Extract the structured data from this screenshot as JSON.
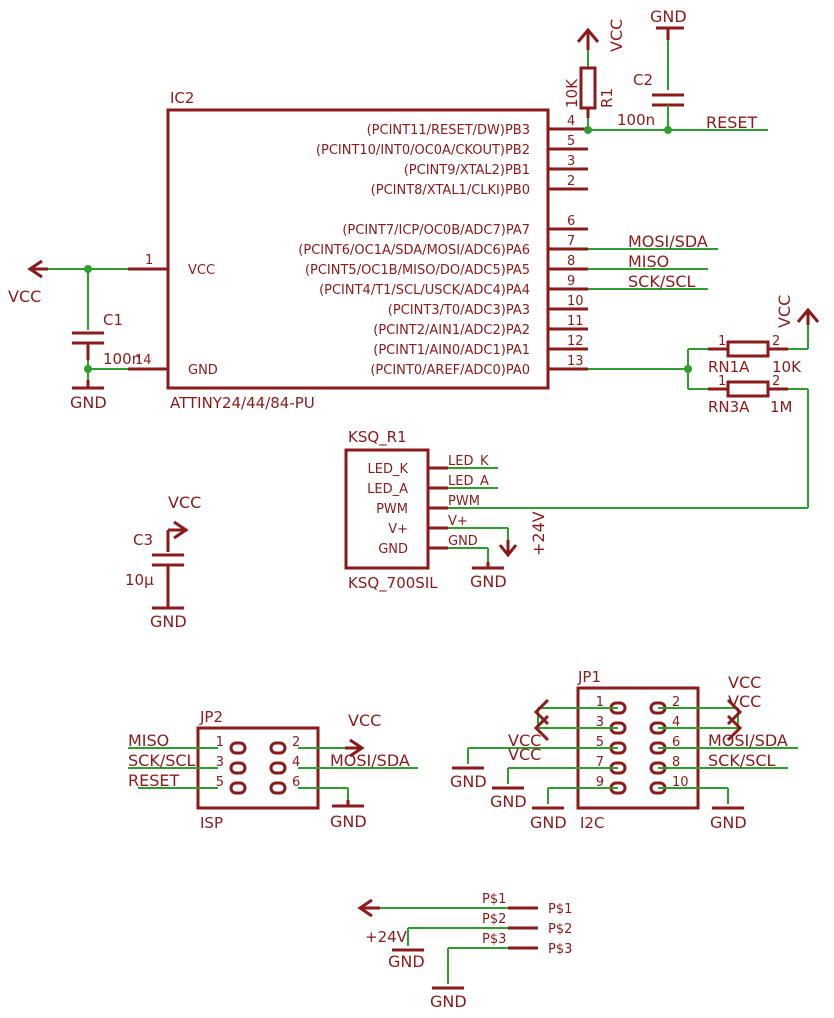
{
  "colors": {
    "part": "#8b1a1a",
    "wire": "#2e9e2e",
    "background": "#ffffff"
  },
  "ic2": {
    "name": "IC2",
    "value": "ATTINY24/44/84-PU",
    "vcc_label": "VCC",
    "gnd_label": "GND",
    "vcc_pin": "1",
    "gnd_pin": "14",
    "pins": [
      {
        "num": "4",
        "label": "(PCINT11/RESET/DW)PB3"
      },
      {
        "num": "5",
        "label": "(PCINT10/INT0/OC0A/CKOUT)PB2"
      },
      {
        "num": "3",
        "label": "(PCINT9/XTAL2)PB1"
      },
      {
        "num": "2",
        "label": "(PCINT8/XTAL1/CLKI)PB0"
      },
      {
        "num": "6",
        "label": "(PCINT7/ICP/OC0B/ADC7)PA7"
      },
      {
        "num": "7",
        "label": "(PCINT6/OC1A/SDA/MOSI/ADC6)PA6"
      },
      {
        "num": "8",
        "label": "(PCINT5/OC1B/MISO/DO/ADC5)PA5"
      },
      {
        "num": "9",
        "label": "(PCINT4/T1/SCL/USCK/ADC4)PA4"
      },
      {
        "num": "10",
        "label": "(PCINT3/T0/ADC3)PA3"
      },
      {
        "num": "11",
        "label": "(PCINT2/AIN1/ADC2)PA2"
      },
      {
        "num": "12",
        "label": "(PCINT1/AIN0/ADC1)PA1"
      },
      {
        "num": "13",
        "label": "(PCINT0/AREF/ADC0)PA0"
      }
    ]
  },
  "nets": {
    "mosi_sda": "MOSI/SDA",
    "miso": "MISO",
    "sck_scl": "SCK/SCL",
    "reset": "RESET",
    "vcc": "VCC",
    "gnd": "GND",
    "v24": "+24V"
  },
  "r1": {
    "name": "R1",
    "value": "10K"
  },
  "c1": {
    "name": "C1",
    "value": "100n"
  },
  "c2": {
    "name": "C2",
    "value": "100n"
  },
  "c3": {
    "name": "C3",
    "value": "10µ"
  },
  "rn1a": {
    "name": "RN1A",
    "value": "10K",
    "pin1": "1",
    "pin2": "2"
  },
  "rn3a": {
    "name": "RN3A",
    "value": "1M",
    "pin1": "1",
    "pin2": "2"
  },
  "ksq": {
    "name": "KSQ_R1",
    "value": "KSQ_700SIL",
    "inner": [
      "LED_K",
      "LED_A",
      "PWM",
      "V+",
      "GND"
    ],
    "pins": [
      "LED_K",
      "LED_A",
      "PWM",
      "V+",
      "GND"
    ]
  },
  "jp2": {
    "name": "JP2",
    "value": "ISP",
    "left_nets": [
      "MISO",
      "SCK/SCL",
      "RESET"
    ],
    "right_nets": [
      "VCC",
      "MOSI/SDA",
      "GND"
    ],
    "pins": [
      "1",
      "2",
      "3",
      "4",
      "5",
      "6"
    ]
  },
  "jp1": {
    "name": "JP1",
    "value": "I2C",
    "left_nets": [
      "VCC",
      "VCC",
      "GND",
      "GND"
    ],
    "right_nets": [
      "VCC",
      "VCC",
      "MOSI/SDA",
      "SCK/SCL",
      "GND"
    ],
    "pins": [
      "1",
      "2",
      "3",
      "4",
      "5",
      "6",
      "7",
      "8",
      "9",
      "10"
    ]
  },
  "power_conn": {
    "pins": [
      "P$1",
      "P$2",
      "P$3"
    ],
    "pads": [
      "P$1",
      "P$2",
      "P$3"
    ],
    "v24": "+24V",
    "gnd": "GND"
  }
}
